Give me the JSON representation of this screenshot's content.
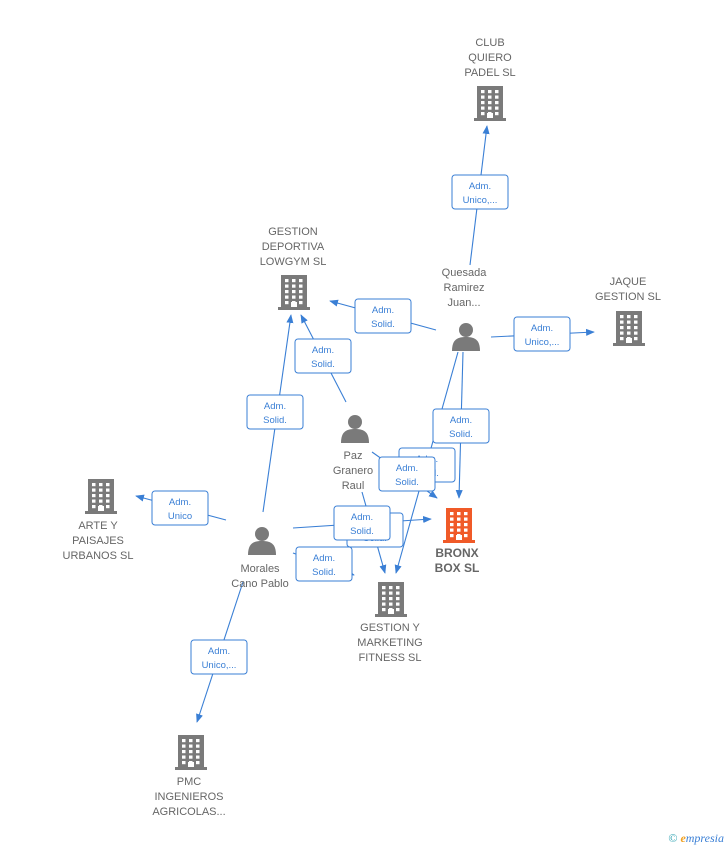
{
  "nodes": [
    {
      "id": "club",
      "type": "company",
      "lines": [
        "CLUB",
        "QUIERO",
        "PADEL  SL"
      ]
    },
    {
      "id": "lowgym",
      "type": "company",
      "lines": [
        "GESTION",
        "DEPORTIVA",
        "LOWGYM SL"
      ]
    },
    {
      "id": "quesada",
      "type": "person",
      "lines": [
        "Quesada",
        "Ramirez",
        "Juan..."
      ]
    },
    {
      "id": "jaque",
      "type": "company",
      "lines": [
        "JAQUE",
        "GESTION SL"
      ]
    },
    {
      "id": "paz",
      "type": "person",
      "lines": [
        "Paz",
        "Granero",
        "Raul"
      ]
    },
    {
      "id": "bronx",
      "type": "company",
      "focus": true,
      "lines": [
        "BRONX",
        "BOX  SL"
      ]
    },
    {
      "id": "arte",
      "type": "company",
      "lines": [
        "ARTE Y",
        "PAISAJES",
        "URBANOS SL"
      ]
    },
    {
      "id": "morales",
      "type": "person",
      "lines": [
        "Morales",
        "Cano Pablo"
      ]
    },
    {
      "id": "gestion",
      "type": "company",
      "lines": [
        "GESTION Y",
        "MARKETING",
        "FITNESS  SL"
      ]
    },
    {
      "id": "pmc",
      "type": "company",
      "lines": [
        "PMC",
        "INGENIEROS",
        "AGRICOLAS..."
      ]
    }
  ],
  "relations": [
    {
      "from": "quesada",
      "to": "club",
      "lines": [
        "Adm.",
        "Unico,..."
      ]
    },
    {
      "from": "quesada",
      "to": "lowgym",
      "lines": [
        "Adm.",
        "Solid."
      ]
    },
    {
      "from": "quesada",
      "to": "jaque",
      "lines": [
        "Adm.",
        "Unico,..."
      ]
    },
    {
      "from": "quesada",
      "to": "bronx",
      "lines": [
        "Adm.",
        "Solid."
      ]
    },
    {
      "from": "quesada",
      "to": "gestion",
      "lines": [
        "Adm.",
        "Solid."
      ]
    },
    {
      "from": "paz",
      "to": "lowgym",
      "lines": [
        "Adm.",
        "Solid."
      ]
    },
    {
      "from": "paz",
      "to": "bronx",
      "lines": [
        "Adm.",
        "Solid."
      ]
    },
    {
      "from": "paz",
      "to": "gestion",
      "lines": [
        "Adm.",
        "Solid."
      ]
    },
    {
      "from": "morales",
      "to": "lowgym",
      "lines": [
        "Adm.",
        "Solid."
      ]
    },
    {
      "from": "morales",
      "to": "arte",
      "lines": [
        "Adm.",
        "Unico"
      ]
    },
    {
      "from": "morales",
      "to": "bronx",
      "lines": [
        "Adm.",
        "Solid."
      ]
    },
    {
      "from": "morales",
      "to": "gestion",
      "lines": [
        "Adm.",
        "Solid."
      ]
    },
    {
      "from": "morales",
      "to": "pmc",
      "lines": [
        "Adm.",
        "Unico,..."
      ]
    }
  ],
  "colors": {
    "edge": "#3a7fd5",
    "company": "#7a7a7a",
    "focus_company": "#f05a28",
    "person": "#7a7a7a",
    "label": "#666666"
  },
  "footer": {
    "copyright_symbol": "©",
    "brand_first_letter": "e",
    "brand_rest": "mpresia"
  }
}
